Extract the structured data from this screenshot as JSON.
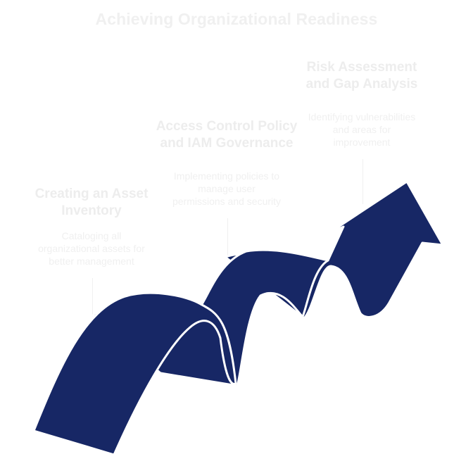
{
  "title": "Achieving Organizational Readiness",
  "colors": {
    "arrow_fill": "#172765",
    "arrow_outline": "#ffffff",
    "faded_text": "#efefef",
    "background": "#ffffff"
  },
  "steps": [
    {
      "title_lines": [
        "Creating an Asset",
        "Inventory"
      ],
      "description_lines": [
        "Cataloging all",
        "organizational assets for",
        "better management"
      ]
    },
    {
      "title_lines": [
        "Access Control Policy",
        "and IAM Governance"
      ],
      "description_lines": [
        "Implementing policies to",
        "manage user",
        "permissions and security"
      ]
    },
    {
      "title_lines": [
        "Risk Assessment",
        "and Gap Analysis"
      ],
      "description_lines": [
        "Identifying vulnerabilities",
        "and areas for",
        "improvement"
      ]
    }
  ],
  "graphic": {
    "icon": "wavy-upward-arrow-icon"
  }
}
